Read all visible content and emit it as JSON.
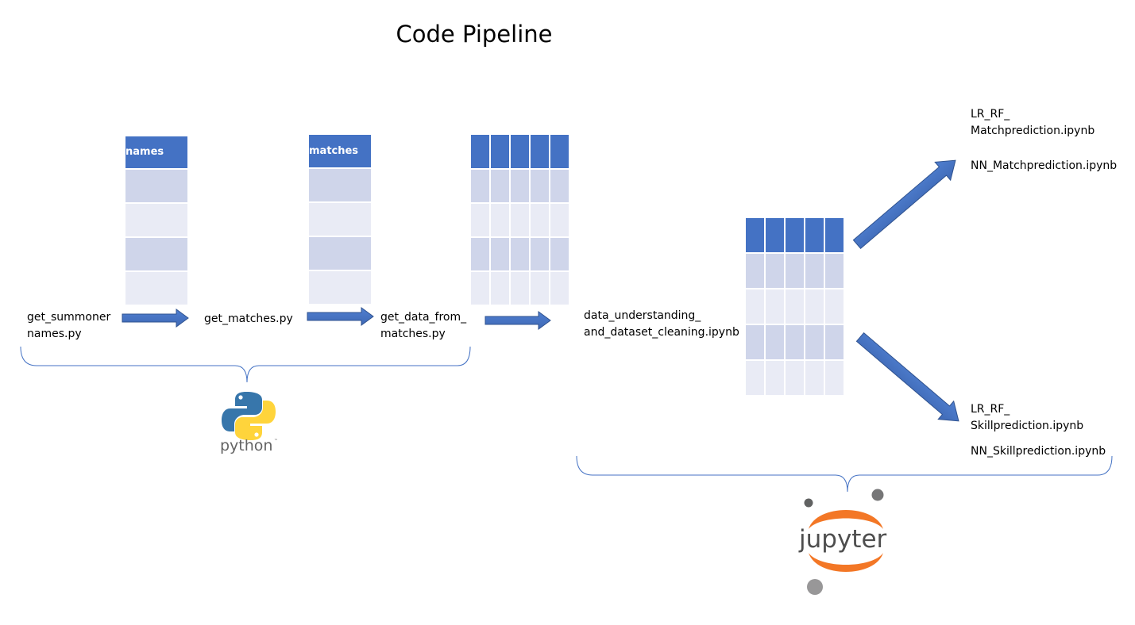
{
  "title": "Code Pipeline",
  "steps": {
    "get_summoner": [
      "get_summoner",
      "names.py"
    ],
    "get_matches": "get_matches.py",
    "get_data": [
      "get_data_from_",
      "matches.py"
    ],
    "data_understanding": [
      "data_understanding_",
      "and_dataset_cleaning.ipynb"
    ]
  },
  "tables": {
    "names_header": "names",
    "matches_header": "matches"
  },
  "outputs": {
    "lr_rf_match": [
      "LR_RF_",
      "Matchprediction.ipynb"
    ],
    "nn_match": "NN_Matchprediction.ipynb",
    "lr_rf_skill": [
      "LR_RF_",
      "Skillprediction.ipynb"
    ],
    "nn_skill": "NN_Skillprediction.ipynb"
  },
  "logos": {
    "python": "python",
    "jupyter": "jupyter"
  },
  "colors": {
    "header_blue": "#4472c4",
    "row_dark": "#cfd5ea",
    "row_light": "#e9ebf5",
    "bracket": "#4472c4",
    "jupyter_orange": "#f37726",
    "python_blue": "#3776ab",
    "python_yellow": "#ffd43b"
  }
}
